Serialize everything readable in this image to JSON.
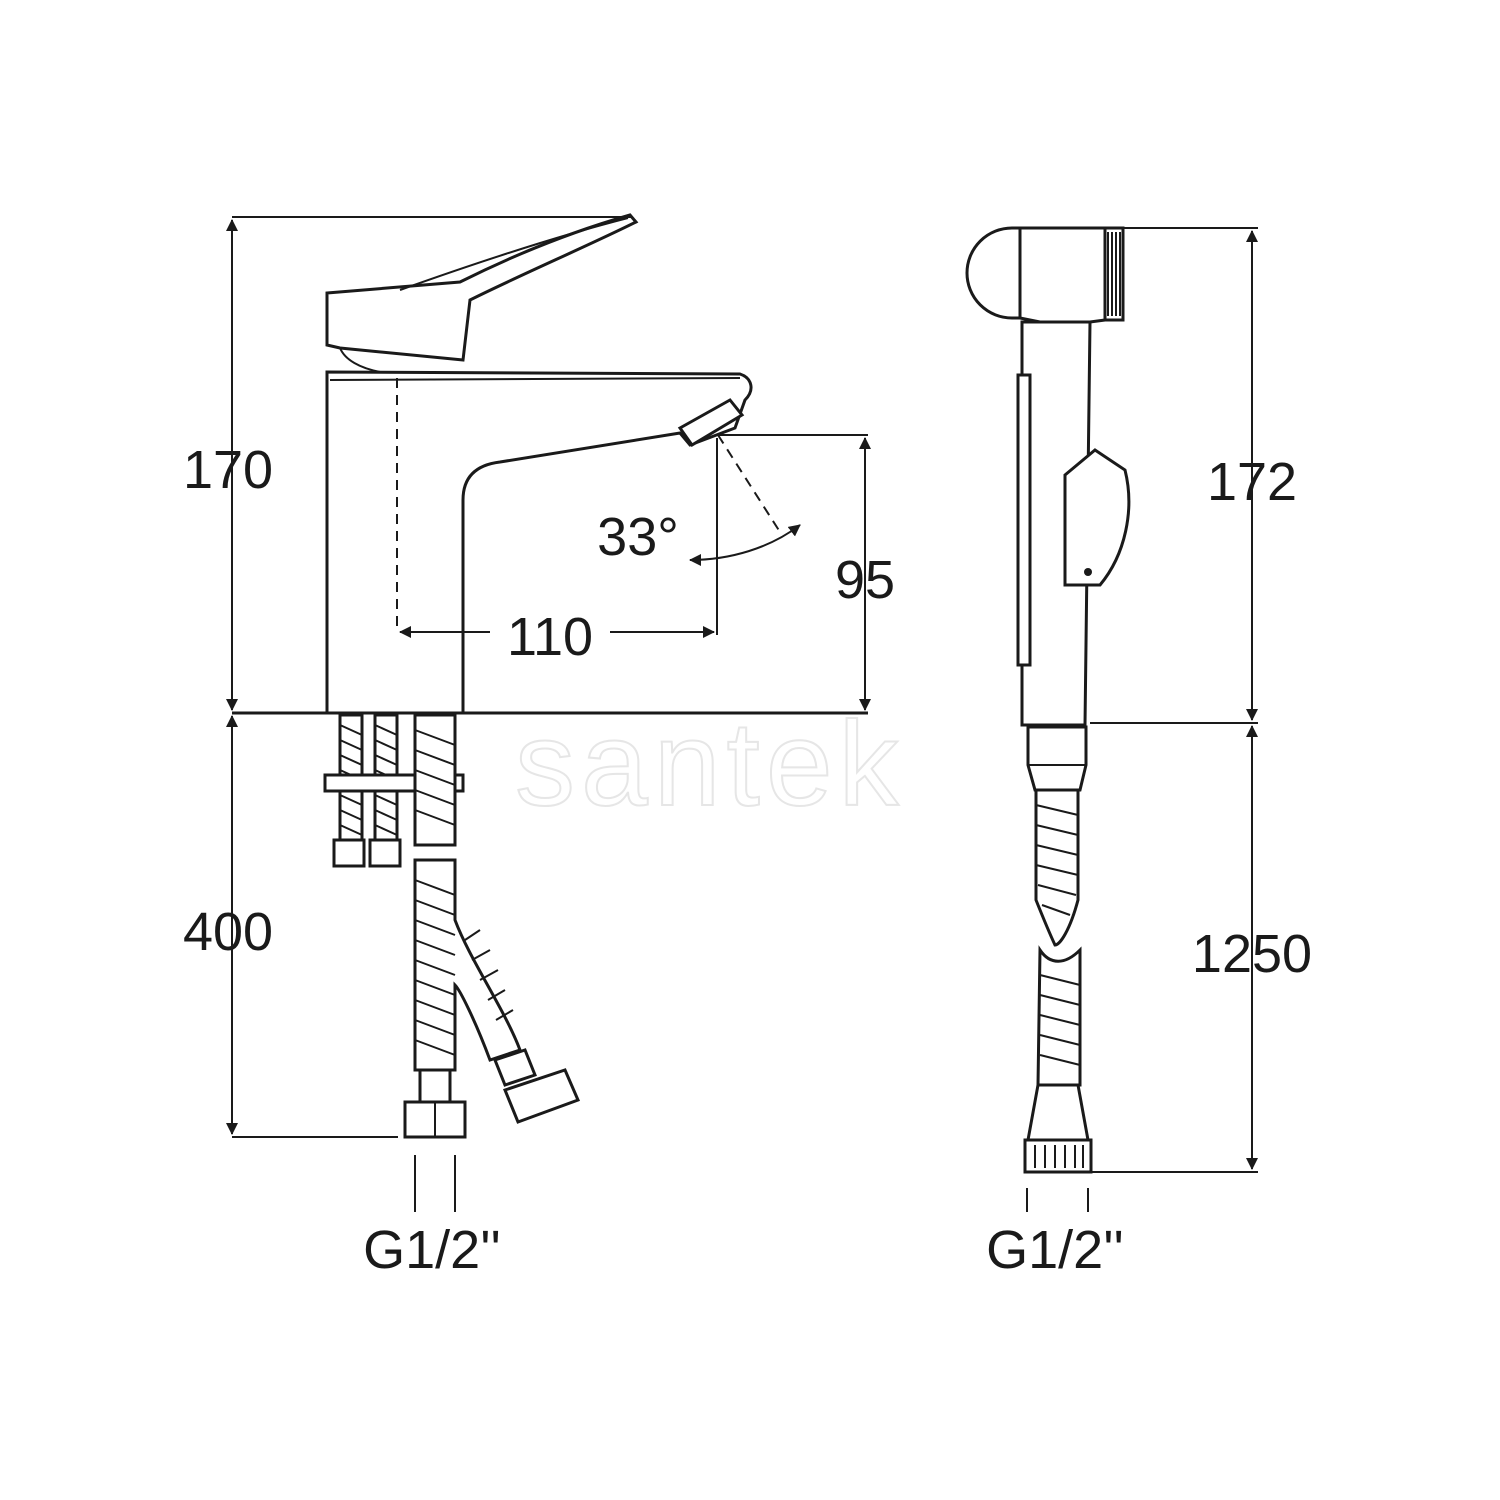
{
  "watermark": "santek",
  "faucet": {
    "height_label": "170",
    "hose_length_label": "400",
    "spout_reach_label": "110",
    "spout_height_label": "95",
    "spout_angle_label": "33°",
    "connection_label": "G1/2''"
  },
  "hand_shower": {
    "height_label": "172",
    "hose_length_label": "1250",
    "connection_label": "G1/2''"
  },
  "colors": {
    "line": "#1a1a1a",
    "background": "#ffffff",
    "watermark": "#e6e6e6"
  }
}
